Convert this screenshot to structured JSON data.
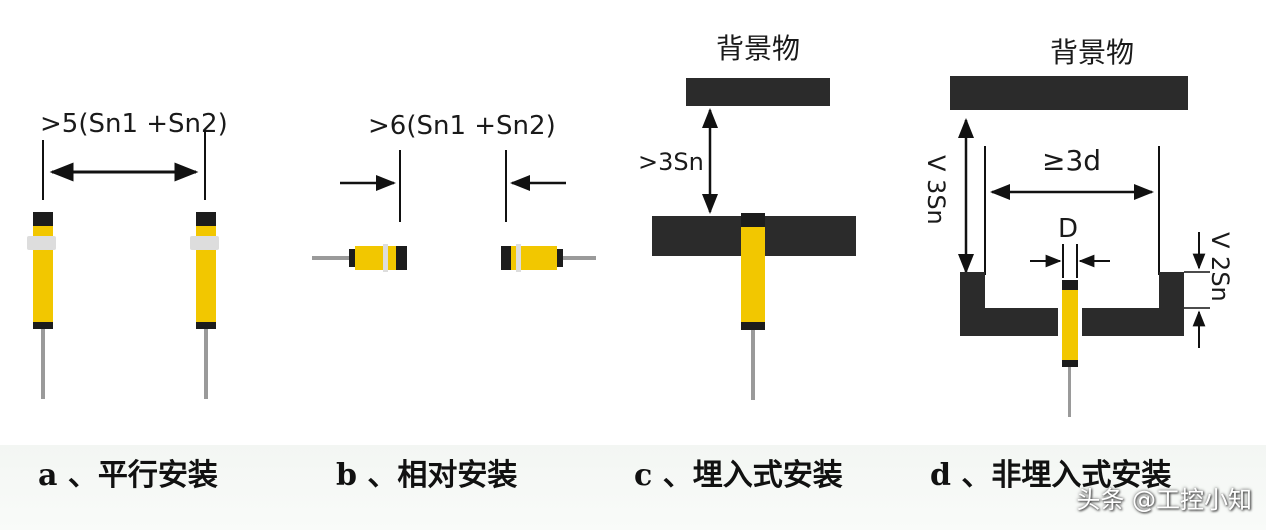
{
  "colors": {
    "sensor": "#f2c700",
    "cap": "#1c1c1c",
    "ring": "#dddddd",
    "target": "#2b2b2b",
    "line": "#111111",
    "lead": "#9a9a9a"
  },
  "panel_a": {
    "label": ">5(Sn1 +Sn2)",
    "caption": "a 、平行安装"
  },
  "panel_b": {
    "label": ">6(Sn1 +Sn2)",
    "caption": "b 、相对安装"
  },
  "panel_c": {
    "background_label": "背景物",
    "distance_label": ">3Sn",
    "caption": "c 、埋入式安装"
  },
  "panel_d": {
    "background_label": "背景物",
    "vertical_label": "V 3Sn",
    "width_label": "≥3d",
    "diameter_label": "D",
    "depth_label": "V 2Sn",
    "caption": "d 、非埋入式安装"
  },
  "watermark": "头条 @工控小知"
}
